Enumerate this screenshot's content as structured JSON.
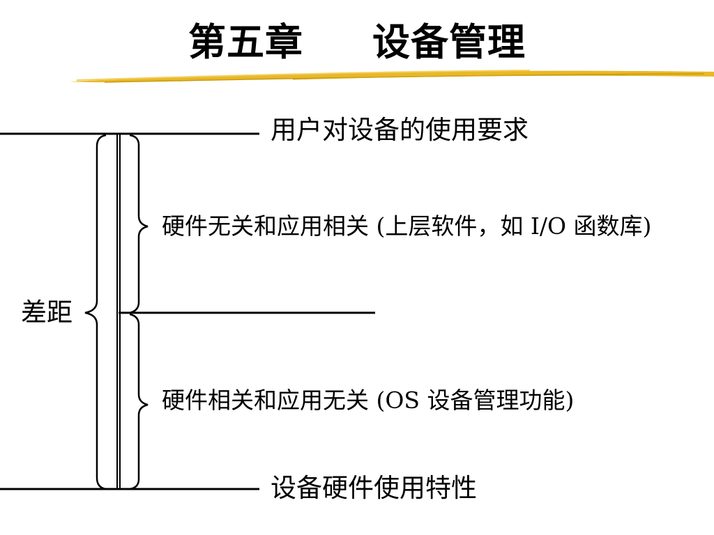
{
  "title": "第五章     设备管理",
  "colors": {
    "accent_stroke": "#e8b828",
    "line": "#000000"
  },
  "diagram": {
    "top_label": "用户对设备的使用要求",
    "upper_label": "硬件无关和应用相关 (上层软件，如 I/O 函数库)",
    "lower_label": "硬件相关和应用无关 (OS 设备管理功能)",
    "bottom_label": "设备硬件使用特性",
    "gap_label": "差距"
  }
}
